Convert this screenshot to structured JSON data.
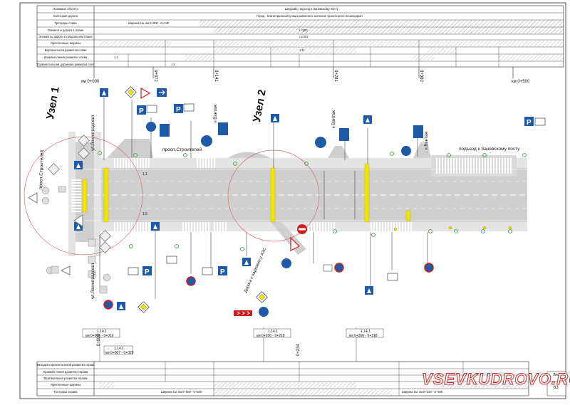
{
  "header_table": {
    "rows": [
      {
        "label": "Название объекта",
        "value": "Шоурайз, подъезд к Заневскому посту"
      },
      {
        "label": "Категория дороги",
        "value": "Город - Магистральная улица районного значения транспортно-пешеходная"
      },
      {
        "label": "Тротуары слева",
        "value": "Ширина 1м, км 0+000 - 0+130"
      },
      {
        "label": "Элементы дороги в плане",
        "value": "L 0|60"
      },
      {
        "label": "Элементы дороги в продольном плане",
        "value": "i 0.002"
      },
      {
        "label": "Укрепленные ширины",
        "value": ""
      },
      {
        "label": "Вертикальная разметка слева",
        "value": "1.11"
      },
      {
        "label": "Краевая линия разметки слева",
        "value": "1.1"
      },
      {
        "label": "Горизонтальная дорожная разметка слева",
        "value": "1.1"
      }
    ],
    "chainage_marks": [
      "км 0+000",
      "0+072",
      "0+141",
      "0+281",
      "0+380",
      "км 0+500"
    ]
  },
  "plan": {
    "node1_label": "Узел 1",
    "node2_label": "Узел 2",
    "street_stroiteley_1": "просп.Строителей",
    "street_stroiteley_2": "просп.Строителей",
    "street_leningradskaya_top": "ул.Ленинградская",
    "street_leningradskaya_bottom": "ул.Ленинградская",
    "street_zanevsky_post": "подъезд к Заневскому посту",
    "to_vantage_1": "к Вантаж",
    "to_vantage_2": "к Вантаж",
    "to_vantage_3": "к Вантаж",
    "road_to_parking": "Дорога к парковке у АЗС",
    "dim_upper": "1.1",
    "dim_lower": "1.5"
  },
  "footer_table": {
    "rows": [
      {
        "label": "Вкладки горизонтальной разметки справа"
      },
      {
        "label": "Краевая линия разметки справа"
      },
      {
        "label": "Вертикальная разметка справа"
      },
      {
        "label": "Укрепленные ширины"
      },
      {
        "label": "Тротуары справа"
      }
    ],
    "marks_top": [
      {
        "code": "1.14.1",
        "range": "км 0+006 - 0+016"
      },
      {
        "code": "1.14.1",
        "range": "км 0+206 - 0+218"
      },
      {
        "code": "1.14.1",
        "range": "км 0+306 - 0+318"
      }
    ],
    "chainage_marks": [
      "0+000",
      "0+234"
    ],
    "tsm_note_code": "1.14.1",
    "tsm_note_range": "км 0+007 - 0+029",
    "sidewalk_right_1": "Ширина 1м, км 0+000 - 0+200",
    "sidewalk_right_2": "Ширина 1м, км 0+330 - 0+498"
  },
  "stamp": {
    "sheet_label": "Лист",
    "sheet_number": "63"
  },
  "watermark": "VSEVKUDROVO.RU",
  "colors": {
    "road": "#cfcfcf",
    "sidewalk": "#e4e4e4",
    "marking_yellow": "#f5e400",
    "sign_blue": "#1e5aa8",
    "sign_red": "#d01c1c",
    "circle_red": "#d46a6a",
    "green_marker": "#2f9a3a"
  },
  "icons": [
    "crosswalk-sign-icon",
    "priority-road-sign-icon",
    "give-way-sign-icon",
    "parking-sign-icon",
    "no-stopping-sign-icon",
    "one-way-sign-icon",
    "bus-stop-sign-icon",
    "no-entry-sign-icon",
    "direction-arrow-sign-icon"
  ]
}
